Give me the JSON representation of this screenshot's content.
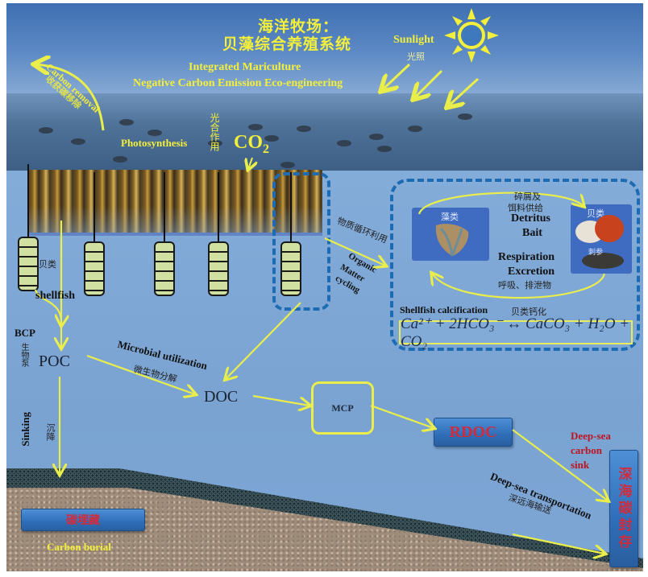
{
  "title": {
    "zh_line1": "海洋牧场：",
    "zh_line2": "贝藻综合养殖系统",
    "en_line1": "Integrated  Mariculture",
    "en_line2": "Negative Carbon  Emission  Eco-engineering"
  },
  "labels": {
    "sunlight_en": "Sunlight",
    "sunlight_zh": "光照",
    "carbon_removal_en": "Carbon  removal",
    "carbon_removal_zh": "收获碳移除",
    "photosynthesis_en": "Photosynthesis",
    "photosynthesis_zh": "光合作用",
    "co2": "CO",
    "co2_sub": "2",
    "shellfish_zh": "贝类",
    "shellfish_en": "shellfish",
    "organic_cycling_zh": "物质循环利用",
    "organic_cycling_en_1": "Organic",
    "organic_cycling_en_2": "Matter",
    "organic_cycling_en_3": "cycling",
    "algae_zh": "藻类",
    "shellfish_photo_zh": "贝类",
    "sea_cucumber_zh": "刺参",
    "detritus_zh_1": "碎屑及",
    "detritus_zh_2": "饵料供给",
    "detritus_en": "Detritus",
    "bait_en": "Bait",
    "respiration_en": "Respiration",
    "excretion_en": "Excretion",
    "respiration_zh": "呼吸、排泄物",
    "calcification_en": "Shellfish calcification",
    "calcification_zh": "贝类钙化",
    "equation": "Ca²⁺ + 2HCO₃⁻ ↔ CaCO₃ + H₂O + CO₂",
    "bcp": "BCP",
    "bcp_zh": "生物泵",
    "poc": "POC",
    "doc": "DOC",
    "microbial_en": "Microbial utilization",
    "microbial_zh": "微生物分解",
    "sinking_en": "Sinking",
    "sinking_zh": "沉降",
    "mcp": "MCP",
    "rdoc": "RDOC",
    "deep_sink_en_1": "Deep-sea",
    "deep_sink_en_2": "carbon",
    "deep_sink_en_3": "sink",
    "deep_sink_zh": "深海碳封存",
    "deep_transport_en": "Deep-sea transportation",
    "deep_transport_zh": "深远海输送",
    "burial_zh": "碳埋藏",
    "burial_en": "Carbon burial"
  },
  "colors": {
    "arrow": "#e9ee4b",
    "text_yellow": "#f3ef3a",
    "dashed_border": "#1d6bb3",
    "red_text": "#c0141e",
    "water": "#7ea7d6"
  }
}
